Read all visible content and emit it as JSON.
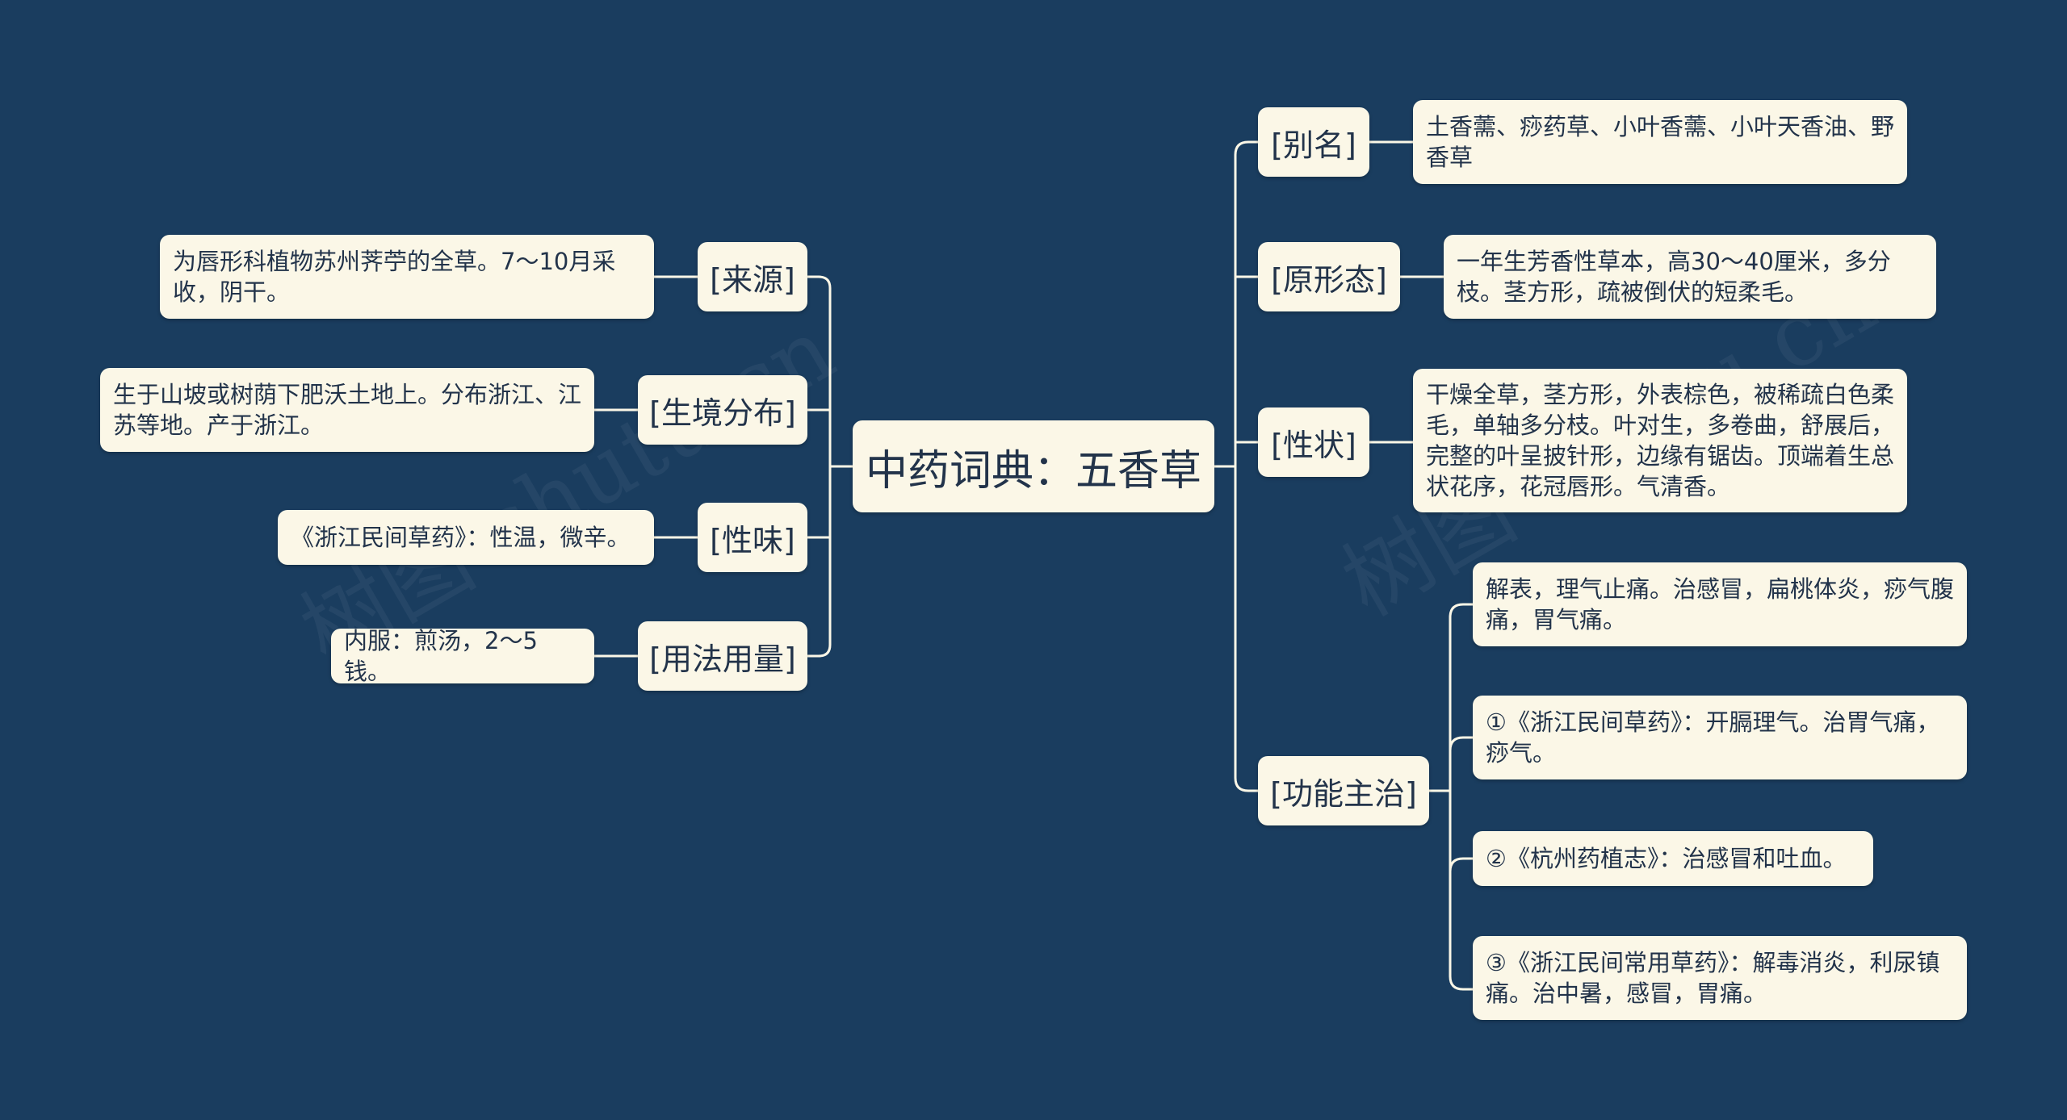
{
  "colors": {
    "background": "#1a3d5f",
    "node_fill": "#fbf7e7",
    "node_text": "#22334a",
    "connector": "#fbf7e7"
  },
  "root": "中药词典：五香草",
  "right_branches": [
    {
      "label": "[别名]",
      "leaves": [
        "土香薷、痧药草、小叶香薷、小叶天香油、野香草"
      ]
    },
    {
      "label": "[原形态]",
      "leaves": [
        "一年生芳香性草本，高30～40厘米，多分枝。茎方形，疏被倒伏的短柔毛。"
      ]
    },
    {
      "label": "[性状]",
      "leaves": [
        "干燥全草，茎方形，外表棕色，被稀疏白色柔毛，单轴多分枝。叶对生，多卷曲，舒展后，完整的叶呈披针形，边缘有锯齿。顶端着生总状花序，花冠唇形。气清香。"
      ]
    },
    {
      "label": "[功能主治]",
      "leaves": [
        "解表，理气止痛。治感冒，扁桃体炎，痧气腹痛，胃气痛。",
        "①《浙江民间草药》：开膈理气。治胃气痛，痧气。",
        "②《杭州药植志》：治感冒和吐血。",
        "③《浙江民间常用草药》：解毒消炎，利尿镇痛。治中暑，感冒，胃痛。"
      ]
    }
  ],
  "left_branches": [
    {
      "label": "[来源]",
      "leaves": [
        "为唇形科植物苏州荠苧的全草。7～10月采收，阴干。"
      ]
    },
    {
      "label": "[生境分布]",
      "leaves": [
        "生于山坡或树荫下肥沃土地上。分布浙江、江苏等地。产于浙江。"
      ]
    },
    {
      "label": "[性味]",
      "leaves": [
        "《浙江民间草药》：性温，微辛。"
      ]
    },
    {
      "label": "[用法用量]",
      "leaves": [
        "内服：煎汤，2～5钱。"
      ]
    }
  ],
  "watermark": "树图 shutu.cn"
}
